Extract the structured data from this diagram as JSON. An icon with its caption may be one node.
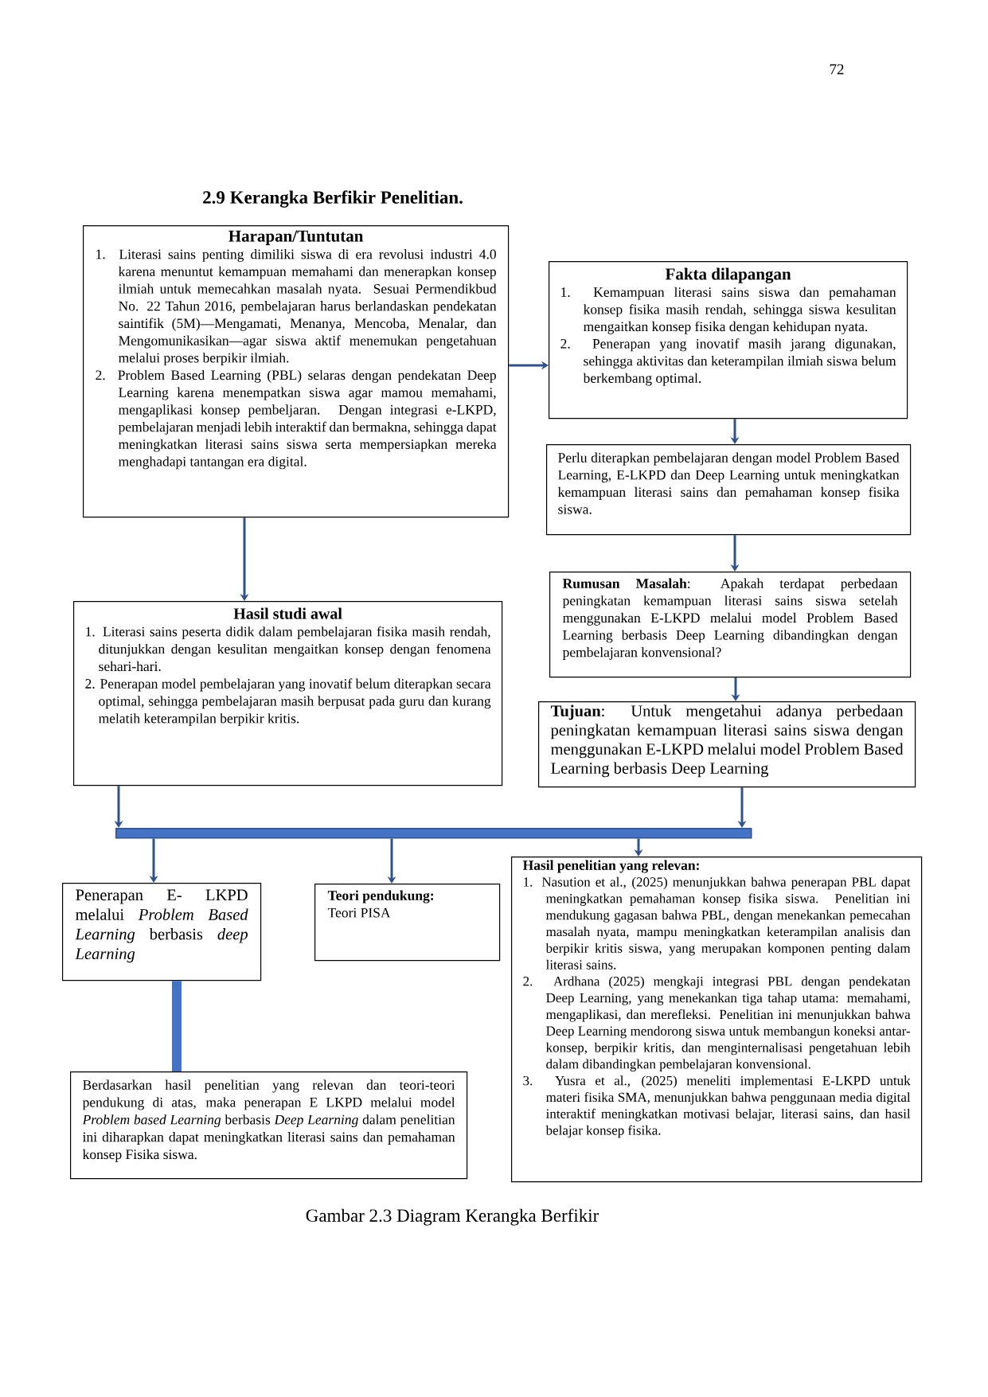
{
  "diagram": {
    "title": "2.9 Kerangka Berfikir Penelitian.",
    "caption": "Gambar 2.3 Diagram Kerangka Berfikir",
    "nodes": [
      {
        "text": [
          "Harapan/Tuntutan",
          "1. Literasi sains penting dimiliki siswa di era revolusi industri 4.0 karena menuntut kemampuan memahami dan menerapkan konsep ilmiah untuk memecahkan masalah nyata. Sesuai Permendikbud No. 22 Tahun 2016, pembelajaran harus berlandaskan pendekatan saintifik (5M)—Mengamati, Menanya, Mencoba, Menalar, dan Mengomunikasikan—agar siswa aktif menemukan pengetahuan melalui proses berpikir ilmiah.",
          "2. Problem Based Learning (PBL) selaras dengan pendekatan Deep Learning karena menempatkan siswa agar mamou memahami, mengaplikasi konsep pembeljaran. Dengan integrasi e-LKPD, pembelajaran menjadi lebih interaktif dan bermakna, sehingga dapat meningkatkan literasi sains siswa serta mempersiapkan mereka menghadapi tantangan era digital."
        ]
      },
      {
        "text": [
          "Fakta dilapangan",
          "1. Kemampuan literasi sains siswa dan pemahaman konsep fisika masih rendah, sehingga siswa kesulitan mengaitkan konsep fisika dengan kehidupan nyata.",
          "2. Penerapan yang inovatif masih jarang digunakan, sehingga aktivitas dan keterampilan ilmiah siswa belum berkembang optimal."
        ]
      },
      {
        "text": [
          "Perlu diterapkan pembelajaran dengan model Problem Based Learning, E-LKPD dan Deep Learning untuk meningkatkan kemampuan literasi sains dan pemahaman konsep fisika siswa."
        ]
      },
      {
        "text": [
          "Hasil studi awal",
          "1. Literasi sains peserta didik dalam pembelajaran fisika masih rendah, ditunjukkan dengan kesulitan mengaitkan konsep dengan fenomena sehari-hari.",
          "2. Penerapan model pembelajaran yang inovatif belum diterapkan secara optimal, sehingga pembelajaran masih berpusat pada guru dan kurang melatih keterampilan berpikir kritis."
        ]
      },
      {
        "text": [
          "**Rumusan Masalah**: Apakah terdapat perbedaan peningkatan kemampuan literasi sains siswa setelah menggunakan E-LKPD melalui model Problem Based Learning berbasis Deep Learning dibandingkan dengan pembelajaran konvensional?"
        ]
      },
      {
        "text": [
          "**Tujuan**: Untuk mengetahui adanya perbedaan peningkatan kemampuan literasi sains siswa dengan menggunakan E-LKPD melalui model Problem Based Learning berbasis Deep Learning"
        ]
      },
      {
        "text": [],
        "shape": "bar"
      },
      {
        "text": [
          "Penerapan E- LKPD melalui *Problem Based Learning* berbasis *deep Learning*"
        ]
      },
      {
        "text": [
          "Teori pendukung:",
          "Teori PISA"
        ]
      },
      {
        "text": [
          "Hasil penelitian yang relevan:",
          "1. Nasution et al., (2025) menunjukkan bahwa penerapan PBL dapat meningkatkan pemahaman konsep fisika siswa. Penelitian ini mendukung gagasan bahwa PBL, dengan menekankan pemecahan masalah nyata, mampu meningkatkan keterampilan analisis dan berpikir kritis siswa, yang merupakan komponen penting dalam literasi sains.",
          "2. Ardhana (2025) mengkaji integrasi PBL dengan pendekatan Deep Learning, yang menekankan tiga tahap utama: memahami, mengaplikasi, dan merefleksi. Penelitian ini menunjukkan bahwa Deep Learning mendorong siswa untuk membangun koneksi antar-konsep, berpikir kritis, dan menginternalisasi pengetahuan lebih dalam dibandingkan pembelajaran konvensional.",
          "3. Yusra et al., (2025) meneliti implementasi E-LKPD untuk materi fisika SMA, menunjukkan bahwa penggunaan media digital interaktif meningkatkan motivasi belajar, literasi sains, dan hasil belajar konsep fisika."
        ]
      },
      {
        "text": [
          "Berdasarkan hasil penelitian yang relevan dan teori-teori pendukung di atas, maka penerapan E LKPD melalui model *Problem based Learning* berbasis *Deep Learning* dalam penelitian ini diharapkan dapat meningkatkan literasi sains dan pemahaman konsep Fisika siswa."
        ]
      }
    ],
    "edges": [
      {
        "from": 0,
        "to": 1,
        "arrow": "to"
      },
      {
        "from": 0,
        "to": 3,
        "arrow": "to"
      },
      {
        "from": 1,
        "to": 2,
        "arrow": "to"
      },
      {
        "from": 2,
        "to": 4,
        "arrow": "to"
      },
      {
        "from": 4,
        "to": 5,
        "arrow": "to"
      },
      {
        "from": 3,
        "to": 6,
        "arrow": "to"
      },
      {
        "from": 5,
        "to": 6,
        "arrow": "to"
      },
      {
        "from": 6,
        "to": 7,
        "arrow": "to"
      },
      {
        "from": 6,
        "to": 8,
        "arrow": "to"
      },
      {
        "from": 6,
        "to": 9,
        "arrow": "to"
      },
      {
        "from": 7,
        "to": 10,
        "arrow": "none",
        "style": "thick",
        "color": "#4472c4"
      }
    ],
    "labels": [
      "72"
    ]
  }
}
